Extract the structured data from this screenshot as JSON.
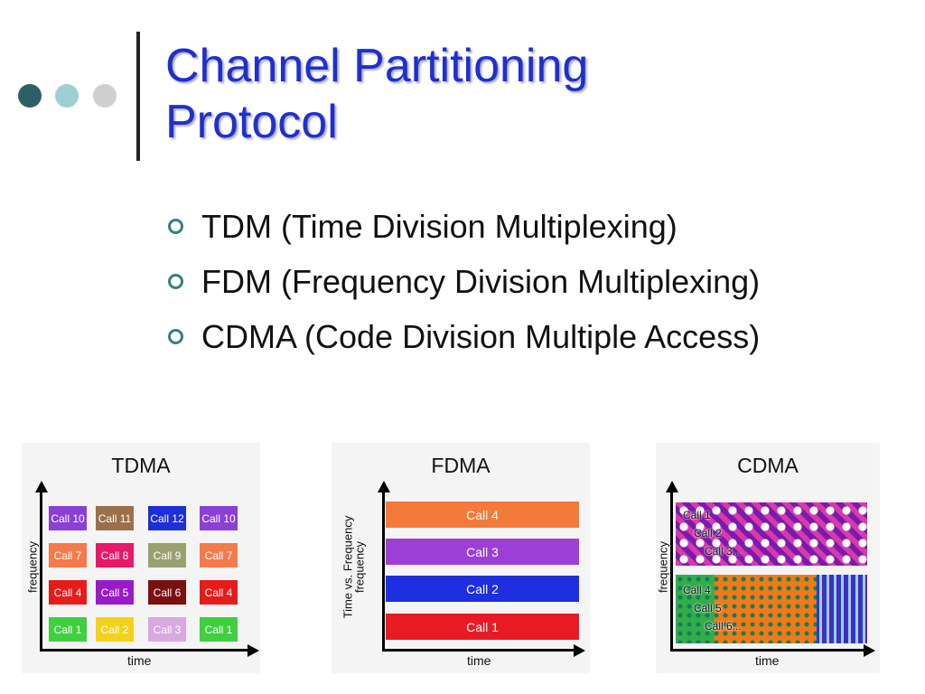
{
  "slide": {
    "title_line1": "Channel Partitioning",
    "title_line2": "Protocol",
    "dots": [
      "#2f5f66",
      "#9ecfd4",
      "#cfcfcf"
    ],
    "bullets": [
      "TDM (Time Division Multiplexing)",
      "FDM (Frequency Division Multiplexing)",
      "CDMA (Code Division Multiple Access)"
    ]
  },
  "tdma": {
    "label": "TDMA",
    "ylabel": "frequency",
    "xlabel": "time",
    "rows": [
      [
        {
          "t": "Call 10",
          "c": "#8b3fd6"
        },
        {
          "t": "Call 11",
          "c": "#9b7048"
        },
        {
          "t": "Call 12",
          "c": "#1d2fd8"
        },
        {
          "t": "Call 10",
          "c": "#8b3fd6"
        }
      ],
      [
        {
          "t": "Call 7",
          "c": "#f47a4a"
        },
        {
          "t": "Call 8",
          "c": "#e8186a"
        },
        {
          "t": "Call 9",
          "c": "#9aa070"
        },
        {
          "t": "Call 7",
          "c": "#f47a4a"
        }
      ],
      [
        {
          "t": "Call 4",
          "c": "#e81b1b"
        },
        {
          "t": "Call 5",
          "c": "#9b1ac8"
        },
        {
          "t": "Call 6",
          "c": "#7a1010"
        },
        {
          "t": "Call 4",
          "c": "#e81b1b"
        }
      ],
      [
        {
          "t": "Call 1",
          "c": "#3fcf3f"
        },
        {
          "t": "Call 2",
          "c": "#f5d21a"
        },
        {
          "t": "Call 3",
          "c": "#d8a8e0"
        },
        {
          "t": "Call 1",
          "c": "#3fcf3f"
        }
      ]
    ]
  },
  "fdma": {
    "label": "FDMA",
    "ylabel_line1": "Time vs. Frequency",
    "ylabel_line2": "frequency",
    "xlabel": "time",
    "bands": [
      {
        "t": "Call 4",
        "c": "#f47a3a"
      },
      {
        "t": "Call 3",
        "c": "#9b3fd6"
      },
      {
        "t": "Call 2",
        "c": "#1d2fe0"
      },
      {
        "t": "Call 1",
        "c": "#e81b24"
      }
    ]
  },
  "cdma": {
    "label": "CDMA",
    "ylabel": "frequency",
    "xlabel": "time",
    "calls_top": [
      "Call 1",
      "Call 2",
      "Call 3..."
    ],
    "calls_bottom": [
      "Call 4",
      "Call 5",
      "Call 6..."
    ]
  }
}
